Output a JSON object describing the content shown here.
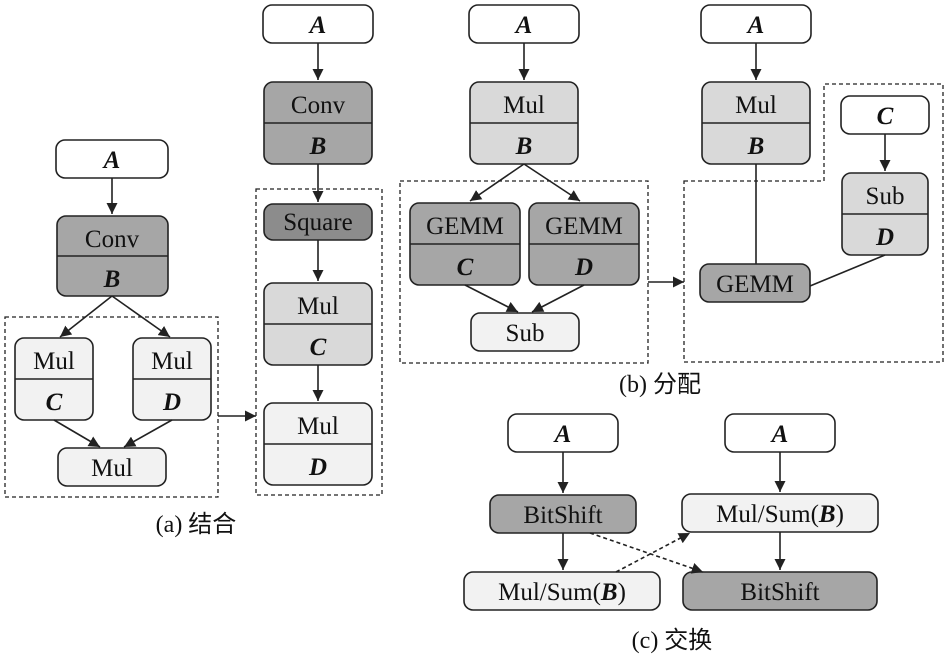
{
  "colors": {
    "white": "#ffffff",
    "light": "#f2f2f2",
    "mid": "#d9d9d9",
    "dark": "#a6a6a6",
    "darker": "#8c8c8c",
    "stroke": "#222222"
  },
  "captions": {
    "a": "(a) 结合",
    "b": "(b) 分配",
    "c": "(c) 交换"
  },
  "panel_a": {
    "left": {
      "input": "A",
      "conv": {
        "op": "Conv",
        "param": "B"
      },
      "mul_c": {
        "op": "Mul",
        "param": "C"
      },
      "mul_d": {
        "op": "Mul",
        "param": "D"
      },
      "mul_out": "Mul"
    },
    "right": {
      "input": "A",
      "conv": {
        "op": "Conv",
        "param": "B"
      },
      "square": "Square",
      "mul_c": {
        "op": "Mul",
        "param": "C"
      },
      "mul_d": {
        "op": "Mul",
        "param": "D"
      }
    }
  },
  "panel_b": {
    "left": {
      "input": "A",
      "mul": {
        "op": "Mul",
        "param": "B"
      },
      "gemm_c": {
        "op": "GEMM",
        "param": "C"
      },
      "gemm_d": {
        "op": "GEMM",
        "param": "D"
      },
      "sub": "Sub"
    },
    "right": {
      "input_a": "A",
      "input_c": "C",
      "mul": {
        "op": "Mul",
        "param": "B"
      },
      "sub": {
        "op": "Sub",
        "param": "D"
      },
      "gemm": "GEMM"
    }
  },
  "panel_c": {
    "left": {
      "input": "A",
      "bitshift": "BitShift",
      "mulsum_prefix": "Mul/Sum(",
      "mulsum_param": "B",
      "mulsum_suffix": ")"
    },
    "right": {
      "input": "A",
      "mulsum_prefix": "Mul/Sum(",
      "mulsum_param": "B",
      "mulsum_suffix": ")",
      "bitshift": "BitShift"
    }
  }
}
